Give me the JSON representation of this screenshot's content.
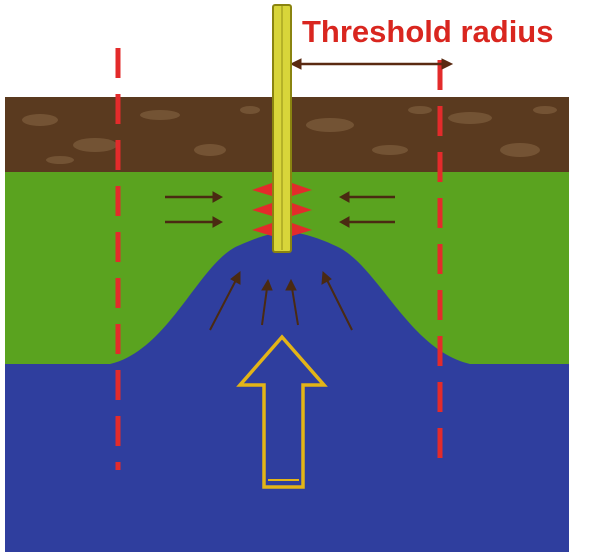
{
  "title": "Threshold radius",
  "colors": {
    "background": "#ffffff",
    "soil": "#5a3a1f",
    "soil_texture": "#8a6a4a",
    "grass_layer": "#5aa31f",
    "water": "#2f3e9e",
    "threshold_line": "#e32b2b",
    "title": "#d9261f",
    "pipe": "#d8d53a",
    "pipe_outline": "#8a8410",
    "arrow_outline": "#e3b417",
    "flow_arrow": "#4a2a12",
    "measure_arrow": "#5a2a12"
  },
  "icons": {
    "threshold_marker": "dashed-vertical-line",
    "upward_arrow": "hollow-up-arrow",
    "flow_arrows": "small-dark-arrows"
  }
}
